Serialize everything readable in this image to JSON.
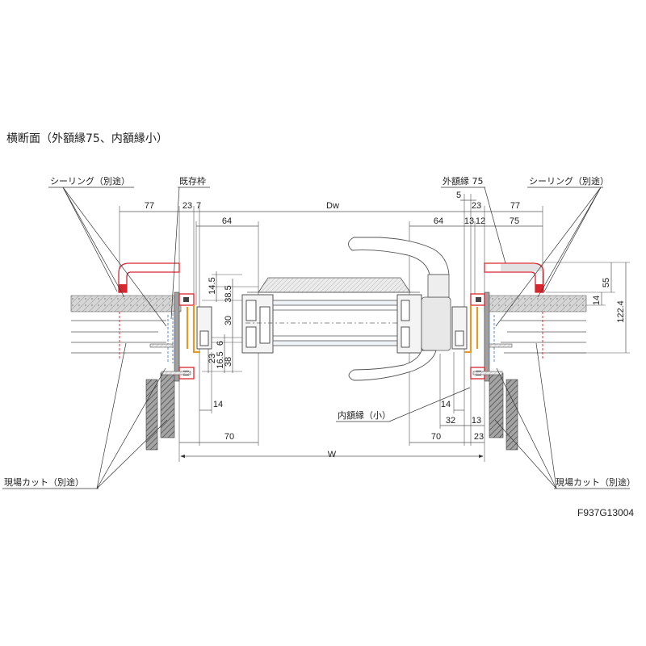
{
  "title": "横断面（外額縁75、内額縁小）",
  "labels": {
    "sealing_left": "シーリング（別途）",
    "existing_frame": "既存枠",
    "outer_casing": "外額縁 75",
    "sealing_right": "シーリング（別途）",
    "inner_casing": "内額縁（小）",
    "field_cut_left": "現場カット（別途）",
    "field_cut_right": "現場カット（別途）",
    "drawing_code": "F937G13004"
  },
  "dims": {
    "top_outer_left": "77",
    "top_seal_left": "23",
    "top_gap_left": "7",
    "top_overall": "Dw",
    "top_gap_right": "5",
    "top_seal_right": "23",
    "top_outer_right": "77",
    "frame_left": "64",
    "frame_right": "64",
    "right_a": "13",
    "right_b": "12",
    "casing_right": "75",
    "v_14_5": "14.5",
    "v_38_5": "38.5",
    "v_30": "30",
    "v_6": "6",
    "v_23": "23",
    "v_16_5": "16.5",
    "v_38": "38",
    "bottom_left_14": "14",
    "bottom_left_70": "70",
    "bottom_overall": "W",
    "bottom_right_14": "14",
    "bottom_right_32": "32",
    "bottom_right_13": "13",
    "bottom_right_70": "70",
    "bottom_right_23": "23",
    "right_55": "55",
    "right_14": "14",
    "right_122_4": "122.4"
  },
  "colors": {
    "casing_red": "#d8262e",
    "frame_orange": "#e59a28",
    "seal_blue": "#4a7fc6",
    "line_gray": "#555555"
  }
}
